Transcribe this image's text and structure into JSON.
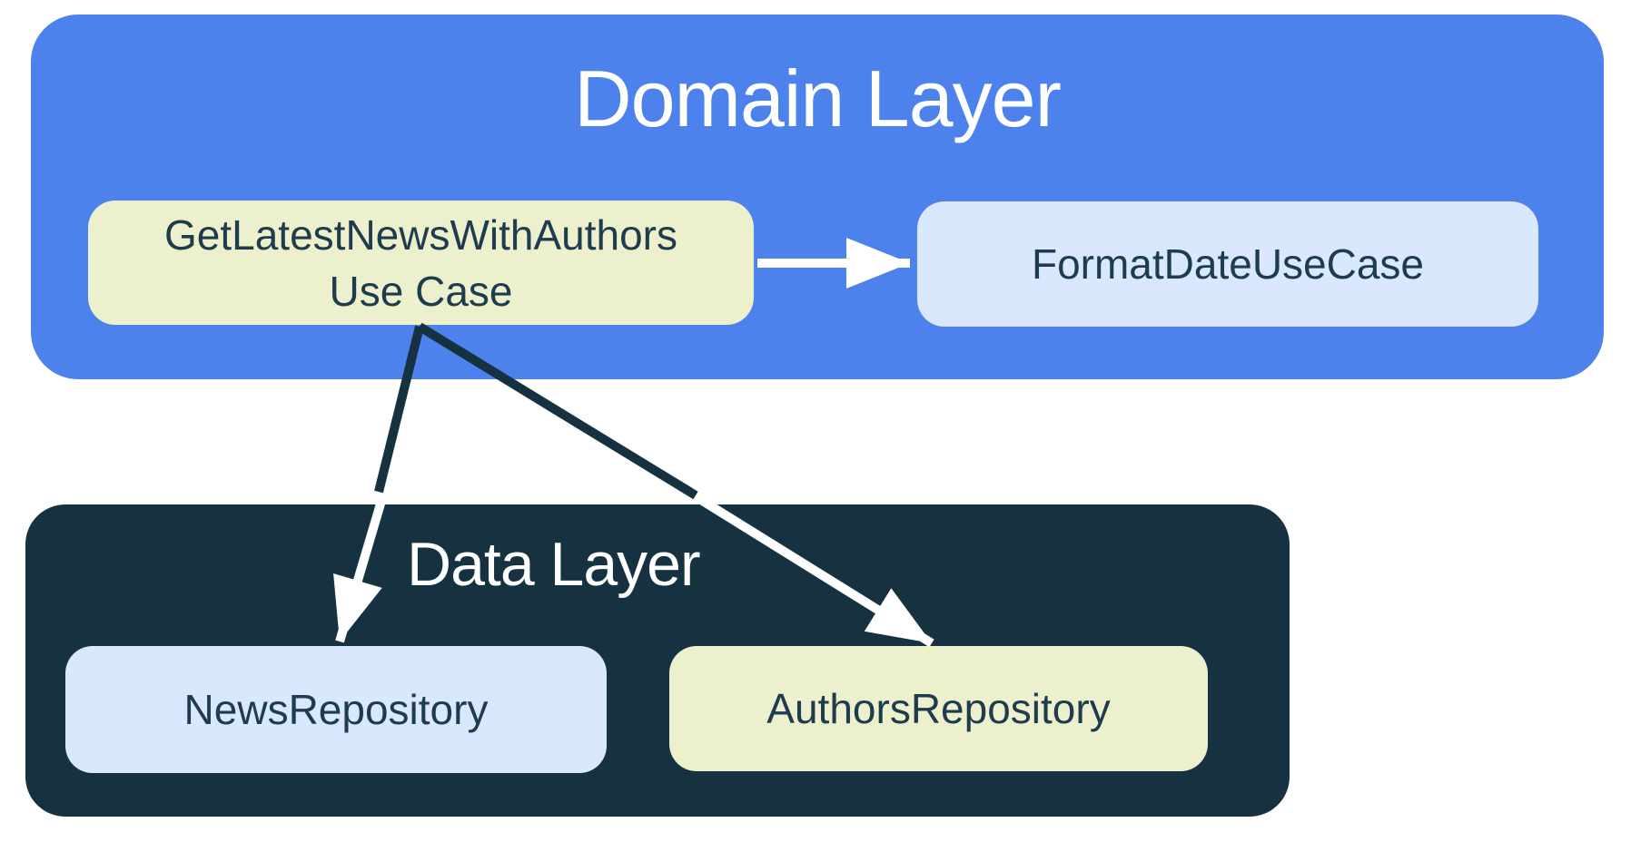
{
  "colors": {
    "page_bg": "#ffffff",
    "domain_bg": "#4d81ec",
    "data_bg": "#16313f",
    "usecase_bg": "#edf0cd",
    "format_bg": "#d9e8fc",
    "news_bg": "#d9e8fc",
    "authors_bg": "#edf0cd",
    "title_text": "#ffffff",
    "box_text": "#1e3c4e",
    "arrow_dark": "#16313f",
    "arrow_light": "#ffffff"
  },
  "domain_layer": {
    "title": "Domain Layer",
    "usecase_box": {
      "lines": [
        "GetLatestNewsWithAuthors",
        "Use Case"
      ]
    },
    "format_box": {
      "label": "FormatDateUseCase"
    }
  },
  "data_layer": {
    "title": "Data Layer",
    "news_box": {
      "label": "NewsRepository"
    },
    "authors_box": {
      "label": "AuthorsRepository"
    }
  },
  "arrows": [
    {
      "from": "GetLatestNewsWithAuthors Use Case",
      "to": "FormatDateUseCase"
    },
    {
      "from": "GetLatestNewsWithAuthors Use Case",
      "to": "NewsRepository"
    },
    {
      "from": "GetLatestNewsWithAuthors Use Case",
      "to": "AuthorsRepository"
    }
  ]
}
